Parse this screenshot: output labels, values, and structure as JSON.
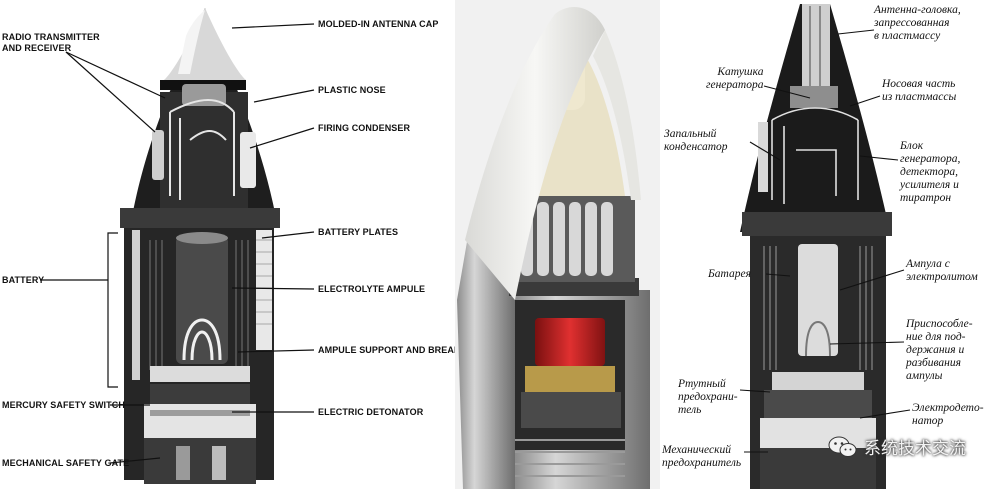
{
  "panels": {
    "english": {
      "labels": {
        "radio": [
          "RADIO TRANSMITTER",
          "AND RECEIVER"
        ],
        "antenna_cap": "MOLDED-IN ANTENNA CAP",
        "plastic_nose": "PLASTIC NOSE",
        "firing_condenser": "FIRING CONDENSER",
        "battery_plates": "BATTERY PLATES",
        "battery": "BATTERY",
        "electrolyte_ampule": "ELECTROLYTE AMPULE",
        "ampule_support": "AMPULE SUPPORT AND BREAKER",
        "mercury_switch": "MERCURY SAFETY SWITCH",
        "electric_detonator": "ELECTRIC DETONATOR",
        "mechanical_gate": "MECHANICAL SAFETY GATE"
      }
    },
    "russian": {
      "labels": {
        "antenna": [
          "Антенна-головка,",
          "запрессованная",
          "в пластмассу"
        ],
        "coil": [
          "Катушка",
          "генератора"
        ],
        "nose": [
          "Носовая часть",
          "из пластмассы"
        ],
        "condenser": [
          "Запальный",
          "конденсатор"
        ],
        "block": [
          "Блок",
          "генератора,",
          "детектора,",
          "усилителя и",
          "тиратрон"
        ],
        "battery": "Батарея",
        "ampule": [
          "Ампула с",
          "электролитом"
        ],
        "device": [
          "Приспособле-",
          "ние для под-",
          "держания и",
          "разбивания",
          "ампулы"
        ],
        "mercury": [
          "Ртутный",
          "предохрани-",
          "тель"
        ],
        "detonator": [
          "Электродето-",
          "натор"
        ],
        "mechanical": [
          "Механический",
          "предохранитель"
        ]
      }
    }
  },
  "watermark": {
    "text": "系统技术交流",
    "icon": "wechat-icon"
  }
}
